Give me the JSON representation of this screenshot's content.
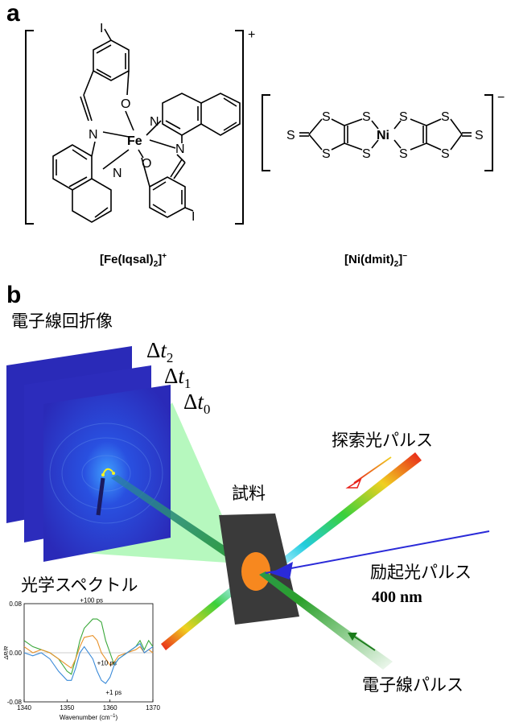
{
  "panel_a": {
    "label": "a",
    "fe_complex": {
      "caption_main": "[Fe(Iqsal)",
      "caption_sub": "2",
      "caption_end": "]",
      "caption_sup": "+",
      "charge": "+",
      "atoms": {
        "fe": "Fe",
        "n": "N",
        "o": "O",
        "i": "I"
      }
    },
    "ni_complex": {
      "caption_main": "[Ni(dmit)",
      "caption_sub": "2",
      "caption_end": "]",
      "caption_sup": "−",
      "charge": "−",
      "atoms": {
        "ni": "Ni",
        "s": "S"
      }
    }
  },
  "panel_b": {
    "label": "b",
    "diffraction_title": "電子線回折像",
    "delta_symbol": "Δ",
    "time_var": "t",
    "delays": [
      "2",
      "1",
      "0"
    ],
    "probe_label": "探索光パルス",
    "sample_label": "試料",
    "pump_label": "励起光パルス",
    "pump_wavelength": "400 nm",
    "spectra_label": "光学スペクトル",
    "electron_label": "電子線パルス",
    "colors": {
      "pump": "#2a2ad8",
      "electron": "#2aa02a",
      "sample": "#3a3a3a",
      "spot": "#f7881f"
    }
  },
  "chart_data": {
    "type": "line",
    "xlabel": "Wavenumber (cm",
    "xlabel_sup": "−1",
    "xlabel_end": ")",
    "ylabel": "ΔR/R",
    "xlim": [
      1340,
      1370
    ],
    "ylim": [
      -0.08,
      0.08
    ],
    "x_ticks": [
      "1340",
      "1350",
      "1360",
      "1370"
    ],
    "y_ticks": [
      "0.08",
      "0.00",
      "-0.08"
    ],
    "series": [
      {
        "name": "+100 ps",
        "color": "#3aa83a",
        "x": [
          1340,
          1342,
          1344,
          1346,
          1348,
          1350,
          1351,
          1352,
          1353,
          1354,
          1356,
          1357,
          1358,
          1359,
          1360,
          1361,
          1362,
          1364,
          1366,
          1367,
          1368,
          1369,
          1370
        ],
        "y": [
          0.02,
          0.01,
          0.005,
          0.0,
          -0.01,
          -0.03,
          -0.035,
          -0.01,
          0.02,
          0.04,
          0.055,
          0.055,
          0.05,
          0.02,
          0.0,
          -0.02,
          -0.01,
          0.0,
          0.01,
          0.02,
          0.005,
          0.02,
          0.01
        ]
      },
      {
        "name": "+10 ps",
        "color": "#e8922a",
        "x": [
          1340,
          1342,
          1344,
          1346,
          1348,
          1350,
          1351,
          1352,
          1353,
          1354,
          1356,
          1357,
          1358,
          1359,
          1360,
          1361,
          1362,
          1364,
          1366,
          1367,
          1368,
          1369,
          1370
        ],
        "y": [
          0.01,
          0.0,
          0.005,
          0.0,
          -0.01,
          -0.02,
          -0.025,
          -0.01,
          0.01,
          0.025,
          0.028,
          0.02,
          0.0,
          -0.01,
          -0.02,
          -0.015,
          -0.005,
          0.0,
          0.005,
          0.01,
          0.0,
          0.005,
          0.0
        ]
      },
      {
        "name": "+1 ps",
        "color": "#3a8ad8",
        "x": [
          1340,
          1342,
          1344,
          1346,
          1348,
          1350,
          1351,
          1352,
          1353,
          1354,
          1356,
          1357,
          1358,
          1359,
          1360,
          1361,
          1362,
          1364,
          1366,
          1367,
          1368,
          1369,
          1370
        ],
        "y": [
          0.0,
          -0.005,
          0.0,
          -0.01,
          -0.03,
          -0.045,
          -0.045,
          -0.025,
          0.0,
          0.01,
          -0.01,
          -0.03,
          -0.045,
          -0.05,
          -0.04,
          -0.02,
          -0.01,
          0.0,
          0.01,
          0.015,
          0.0,
          0.005,
          0.01
        ]
      }
    ]
  }
}
